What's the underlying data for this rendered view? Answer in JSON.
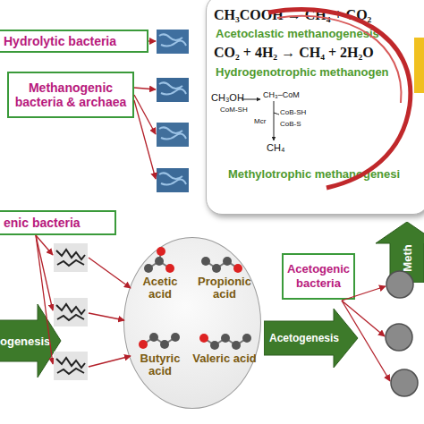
{
  "diagram": {
    "nodes": [
      {
        "text": [
          "Hydrolytic bacteria"
        ]
      },
      {
        "text": [
          "CH₃COOH → CH₄ + CO₂",
          "Acetoclastic methanogenesis",
          "CO₂ + 4H₂ → CH₄ + 2H₂O",
          "Hydrogenotrophic methanogen",
          "Methylotrophic methanogenesi"
        ]
      },
      {
        "text": [
          "Methanogenic bacteria & archaea"
        ]
      },
      {
        "text": [
          "Meth"
        ]
      },
      {
        "text": [
          "enic bacteria"
        ]
      },
      {
        "text": [
          "Acetogenic bacteria"
        ]
      },
      {
        "text": [
          "Acetic acid",
          "Propionic acid",
          "Butyric acid",
          "Valeric acid"
        ]
      },
      {
        "text": [
          "ogenesis"
        ]
      },
      {
        "text": [
          "Acetogenesis"
        ]
      }
    ],
    "labels": [
      "CH₃OH",
      "CoM-SH",
      "CH₃–CoM",
      "Mcr",
      "CoB-SH",
      "CoB-S",
      "CH₄"
    ]
  }
}
